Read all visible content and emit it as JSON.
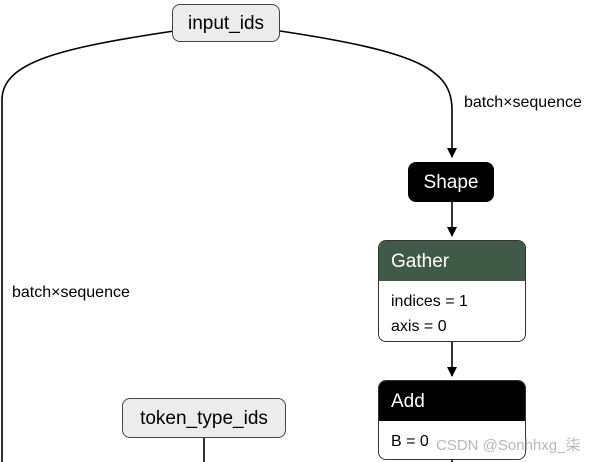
{
  "nodes": {
    "input_ids": {
      "label": "input_ids"
    },
    "token_type_ids": {
      "label": "token_type_ids"
    },
    "shape": {
      "label": "Shape"
    },
    "gather": {
      "label": "Gather",
      "header_color": "#3f5b48",
      "attributes": [
        "indices = 1",
        "axis = 0"
      ]
    },
    "add": {
      "label": "Add",
      "header_color": "#000000",
      "attributes": [
        "B = 0"
      ]
    }
  },
  "edges": {
    "input_to_shape_label": "batch×sequence",
    "input_left_label": "batch×sequence"
  },
  "watermark": "CSDN @Sonhhxg_柒"
}
